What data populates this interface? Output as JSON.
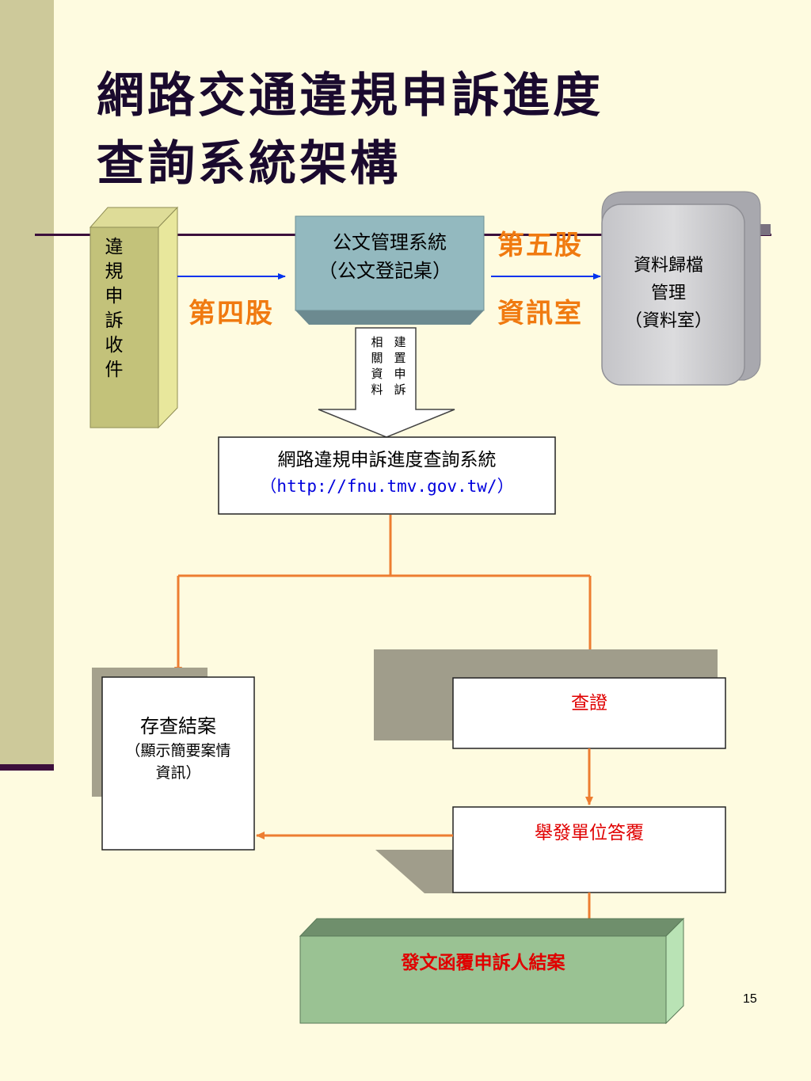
{
  "title": {
    "line1": "網路交通違規申訴進度",
    "line2": "查詢系統架構"
  },
  "intake": {
    "chars": [
      "違",
      "規",
      "申",
      "訴",
      "收",
      "件"
    ]
  },
  "doc_system": {
    "line1": "公文管理系統",
    "line2": "（公文登記桌）"
  },
  "labels": {
    "section4": "第四股",
    "section5": "第五股",
    "info_office": "資訊室"
  },
  "archive": {
    "line1": "資料歸檔",
    "line2": "管理",
    "line3": "（資料室）"
  },
  "arrow_label": {
    "col1": [
      "建",
      "置",
      "申",
      "訴"
    ],
    "col2": [
      "相",
      "關",
      "資",
      "料"
    ]
  },
  "query_system": {
    "name": "網路違規申訴進度查詢系統",
    "url": "（http://fnu.tmv.gov.tw/）"
  },
  "save_box": {
    "line1": "存查結案",
    "line2": "（顯示簡要案情",
    "line3": "資訊）"
  },
  "verify_box": {
    "label": "查證"
  },
  "reply_box": {
    "label": "舉發單位答覆"
  },
  "final_box": {
    "label": "發文函覆申訴人結案"
  },
  "page_number": "15",
  "colors": {
    "orange_label": "#f07a10",
    "red_text": "#e00000",
    "connector_orange": "#ed7d31",
    "arrow_blue": "#0033ee",
    "teal_box": "#93b9bf",
    "olive_box": "#c3c27a",
    "green_box": "#9ac293"
  }
}
